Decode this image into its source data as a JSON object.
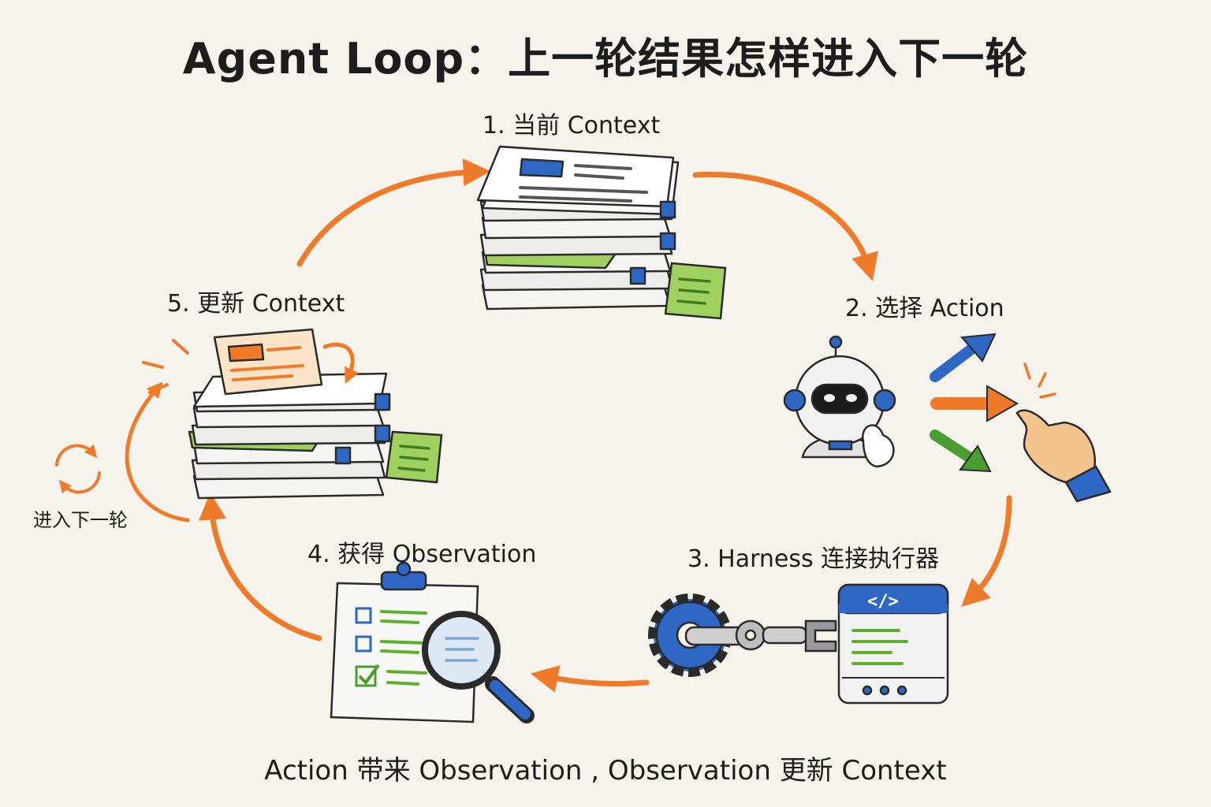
{
  "title": "Agent Loop：上一轮结果怎样进入下一轮",
  "steps": [
    {
      "label": "1. 当前 Context"
    },
    {
      "label": "2. 选择 Action"
    },
    {
      "label": "3. Harness 连接执行器"
    },
    {
      "label": "4. 获得 Observation"
    },
    {
      "label": "5. 更新 Context"
    }
  ],
  "next_round_label": "进入下一轮",
  "caption": "Action 带来 Observation , Observation 更新 Context",
  "code_tag": "</>",
  "icons": [
    "document-stack-icon",
    "sticky-note-icon",
    "robot-icon",
    "arrow-up-right-icon",
    "arrow-right-icon",
    "arrow-down-right-icon",
    "pointing-hand-icon",
    "gear-icon",
    "connector-arm-icon",
    "code-window-icon",
    "clipboard-checklist-icon",
    "magnifier-icon",
    "refresh-cycle-icon"
  ],
  "colors": {
    "orange": "#ee7a2a",
    "blue": "#2f68c4",
    "green": "#7cb93a",
    "ink": "#1d1d1d",
    "paper": "#f6f3ec"
  }
}
